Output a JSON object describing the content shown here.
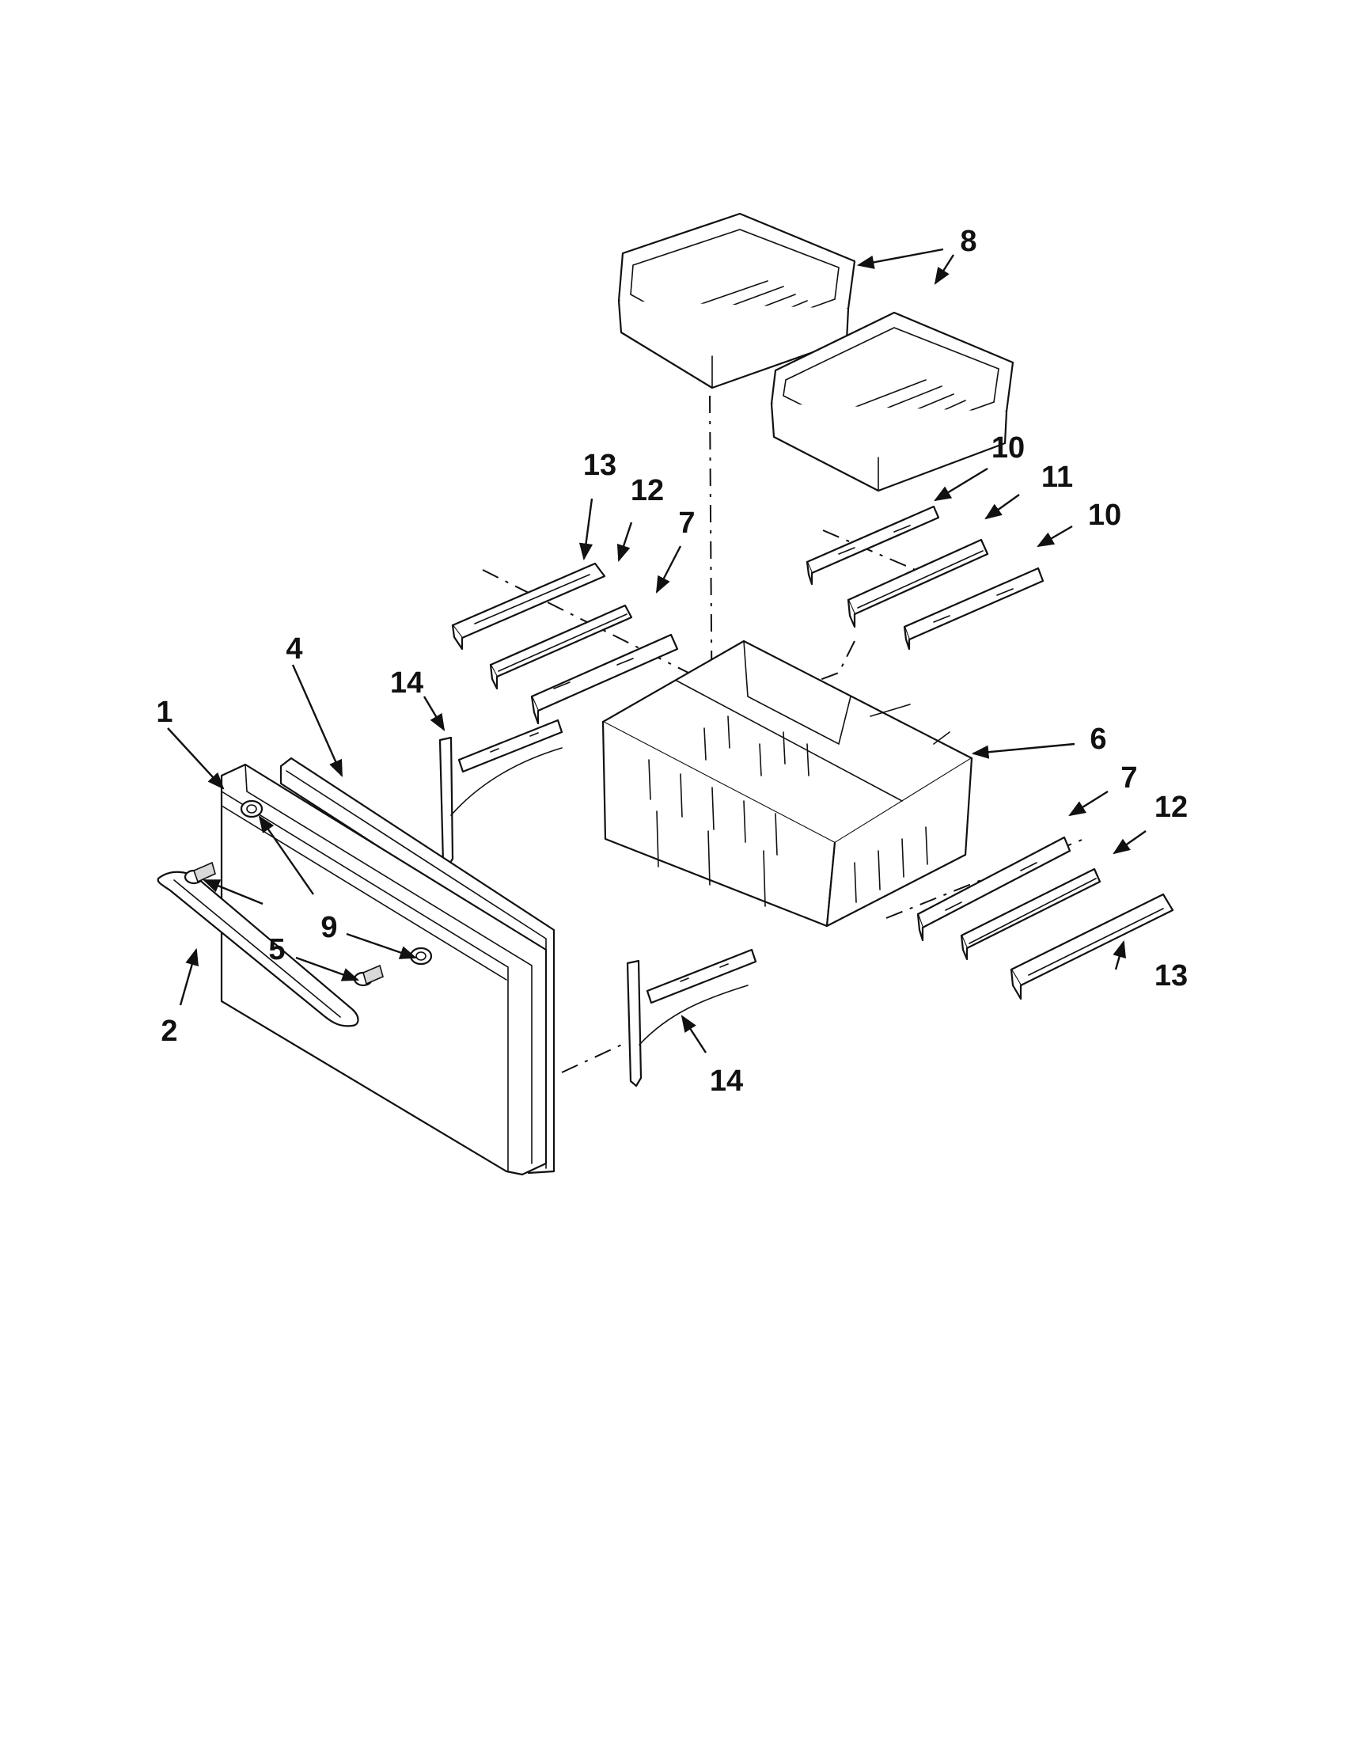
{
  "diagram": {
    "colors": {
      "line": "#111111",
      "background": "#ffffff",
      "shade": "#d9d9d9"
    },
    "callouts": [
      {
        "id": "c8",
        "label": "8"
      },
      {
        "id": "c8b",
        "label": "8"
      },
      {
        "id": "c13a",
        "label": "13"
      },
      {
        "id": "c12a",
        "label": "12"
      },
      {
        "id": "c7a",
        "label": "7"
      },
      {
        "id": "c10a",
        "label": "10"
      },
      {
        "id": "c11",
        "label": "11"
      },
      {
        "id": "c10b",
        "label": "10"
      },
      {
        "id": "c4",
        "label": "4"
      },
      {
        "id": "c1",
        "label": "1"
      },
      {
        "id": "c14a",
        "label": "14"
      },
      {
        "id": "c6",
        "label": "6"
      },
      {
        "id": "c7b",
        "label": "7"
      },
      {
        "id": "c12b",
        "label": "12"
      },
      {
        "id": "c9",
        "label": "9"
      },
      {
        "id": "c5",
        "label": "5"
      },
      {
        "id": "c2",
        "label": "2"
      },
      {
        "id": "c13b",
        "label": "13"
      },
      {
        "id": "c14b",
        "label": "14"
      }
    ]
  }
}
